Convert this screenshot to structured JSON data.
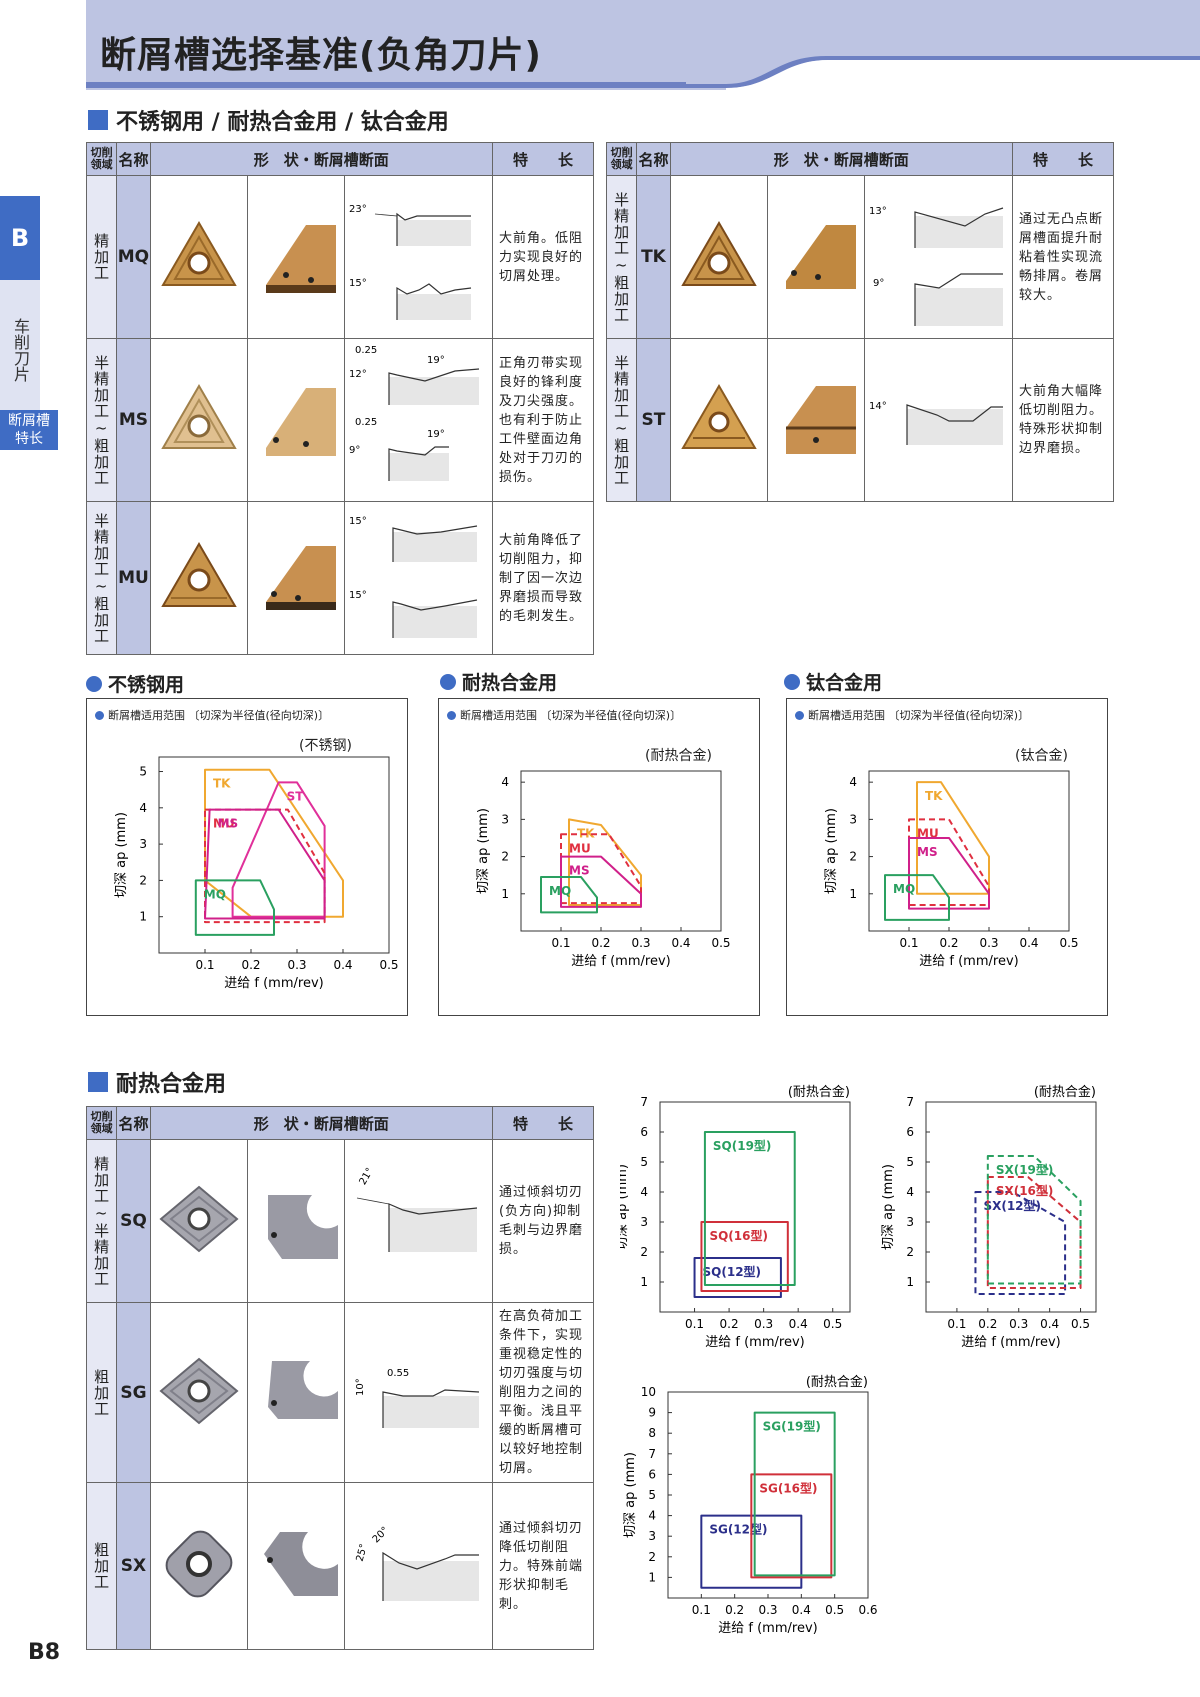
{
  "header": {
    "title": "断屑槽选择基准(负角刀片)"
  },
  "side_nav": {
    "section_letter": "B",
    "category": "车削刀片",
    "selected": "断屑槽特长",
    "selected_lines": [
      "断屑槽",
      "特长"
    ]
  },
  "section1": {
    "title": "不锈钢用 / 耐热合金用 / 钛合金用",
    "columns": {
      "region": "切削领域",
      "region_lines": [
        "切削",
        "领域"
      ],
      "name": "名称",
      "shape": "形　状・断屑槽断面",
      "feature": "特　　长"
    },
    "left_rows": [
      {
        "region": "精加工",
        "name": "MQ",
        "angles": [
          "23°",
          "15°"
        ],
        "feature": "大前角。低阻力实现良好的切屑处理。"
      },
      {
        "region": "半精加工~粗加工",
        "name": "MS",
        "angles": [
          "0.25",
          "12°",
          "19°",
          "0.25",
          "9°",
          "19°"
        ],
        "feature": "正角刃带实现良好的锋利度及刀尖强度。也有利于防止工件壁面边角处对于刀刃的损伤。"
      },
      {
        "region": "半精加工~粗加工",
        "name": "MU",
        "angles": [
          "15°",
          "15°"
        ],
        "feature": "大前角降低了切削阻力，抑制了因一次边界磨损而导致的毛刺发生。"
      }
    ],
    "right_rows": [
      {
        "region": "半精加工~粗加工",
        "name": "TK",
        "angles": [
          "13°",
          "9°"
        ],
        "feature": "通过无凸点断屑槽面提升耐粘着性实现流畅排屑。卷屑较大。"
      },
      {
        "region": "半精加工~粗加工",
        "name": "ST",
        "angles": [
          "14°"
        ],
        "feature": "大前角大幅降低切削阻力。特殊形状抑制边界磨损。"
      }
    ]
  },
  "charts_row": [
    {
      "title": "不锈钢用",
      "note": "断屑槽适用范围 〔切深为半径值(径向切深)〕",
      "material": "(不锈钢)"
    },
    {
      "title": "耐热合金用",
      "note": "断屑槽适用范围 〔切深为半径值(径向切深)〕",
      "material": "(耐热合金)"
    },
    {
      "title": "钛合金用",
      "note": "断屑槽适用范围 〔切深为半径值(径向切深)〕",
      "material": "(钛合金)"
    }
  ],
  "section2": {
    "title": "耐热合金用",
    "columns": {
      "region": "切削领域",
      "region_lines": [
        "切削",
        "领域"
      ],
      "name": "名称",
      "shape": "形　状・断屑槽断面",
      "feature": "特　　长"
    },
    "rows": [
      {
        "region": "精加工~半精加工",
        "name": "SQ",
        "angles": [
          "21°"
        ],
        "feature": "通过倾斜切刃(负方向)抑制毛刺与边界磨损。"
      },
      {
        "region": "粗加工",
        "name": "SG",
        "angles": [
          "10°",
          "0.55"
        ],
        "feature": "在高负荷加工条件下，实现重视稳定性的切刃强度与切削阻力之间的平衡。浅且平缓的断屑槽可以较好地控制切屑。"
      },
      {
        "region": "粗加工",
        "name": "SX",
        "angles": [
          "25°",
          "20°"
        ],
        "feature": "通过倾斜切刃降低切削阻力。特殊前端形状抑制毛刺。"
      }
    ]
  },
  "chart_data": [
    {
      "type": "area",
      "title": "不锈钢",
      "xlabel": "进给 f (mm/rev)",
      "ylabel": "切深 ap (mm)",
      "xlim": [
        0,
        0.5
      ],
      "ylim": [
        0,
        5.4
      ],
      "xticks": [
        0.1,
        0.2,
        0.3,
        0.4,
        0.5
      ],
      "yticks": [
        1,
        2,
        3,
        4,
        5
      ],
      "series": [
        {
          "name": "TK",
          "color": "#f0a830",
          "style": "solid",
          "polygon": [
            [
              0.1,
              5.05
            ],
            [
              0.24,
              5.05
            ],
            [
              0.4,
              2.0
            ],
            [
              0.4,
              1.0
            ],
            [
              0.2,
              1.0
            ],
            [
              0.1,
              2.0
            ]
          ]
        },
        {
          "name": "ST",
          "color": "#e0309a",
          "style": "solid",
          "polygon": [
            [
              0.26,
              4.7
            ],
            [
              0.3,
              4.7
            ],
            [
              0.36,
              3.5
            ],
            [
              0.36,
              1.0
            ],
            [
              0.16,
              1.0
            ],
            [
              0.16,
              1.8
            ]
          ]
        },
        {
          "name": "MU",
          "color": "#e03040",
          "style": "dashed",
          "polygon": [
            [
              0.1,
              3.95
            ],
            [
              0.28,
              3.95
            ],
            [
              0.36,
              2.2
            ],
            [
              0.36,
              0.85
            ],
            [
              0.1,
              0.85
            ]
          ]
        },
        {
          "name": "MS",
          "color": "#d0208a",
          "style": "solid",
          "polygon": [
            [
              0.11,
              3.95
            ],
            [
              0.26,
              3.95
            ],
            [
              0.36,
              2.0
            ],
            [
              0.36,
              0.95
            ],
            [
              0.1,
              0.95
            ]
          ]
        },
        {
          "name": "MQ",
          "color": "#2aa060",
          "style": "solid",
          "polygon": [
            [
              0.08,
              2.0
            ],
            [
              0.22,
              2.0
            ],
            [
              0.25,
              1.2
            ],
            [
              0.25,
              0.5
            ],
            [
              0.08,
              0.5
            ]
          ]
        }
      ]
    },
    {
      "type": "area",
      "title": "耐热合金",
      "xlabel": "进给 f (mm/rev)",
      "ylabel": "切深 ap (mm)",
      "xlim": [
        0,
        0.5
      ],
      "ylim": [
        0,
        4.3
      ],
      "xticks": [
        0.1,
        0.2,
        0.3,
        0.4,
        0.5
      ],
      "yticks": [
        1,
        2,
        3,
        4
      ],
      "series": [
        {
          "name": "TK",
          "color": "#f0a830",
          "style": "solid",
          "polygon": [
            [
              0.12,
              3.0
            ],
            [
              0.2,
              2.85
            ],
            [
              0.3,
              1.5
            ],
            [
              0.3,
              0.7
            ],
            [
              0.12,
              0.7
            ]
          ]
        },
        {
          "name": "MU",
          "color": "#e03040",
          "style": "dashed",
          "polygon": [
            [
              0.1,
              2.6
            ],
            [
              0.22,
              2.6
            ],
            [
              0.3,
              1.2
            ],
            [
              0.3,
              0.75
            ],
            [
              0.1,
              0.75
            ]
          ]
        },
        {
          "name": "MS",
          "color": "#d0208a",
          "style": "solid",
          "polygon": [
            [
              0.1,
              2.0
            ],
            [
              0.2,
              2.0
            ],
            [
              0.3,
              1.0
            ],
            [
              0.3,
              0.65
            ],
            [
              0.1,
              0.65
            ]
          ]
        },
        {
          "name": "MQ",
          "color": "#2aa060",
          "style": "solid",
          "polygon": [
            [
              0.05,
              1.45
            ],
            [
              0.15,
              1.45
            ],
            [
              0.19,
              0.9
            ],
            [
              0.19,
              0.5
            ],
            [
              0.05,
              0.5
            ]
          ]
        }
      ]
    },
    {
      "type": "area",
      "title": "钛合金",
      "xlabel": "进给 f (mm/rev)",
      "ylabel": "切深 ap (mm)",
      "xlim": [
        0,
        0.5
      ],
      "ylim": [
        0,
        4.3
      ],
      "xticks": [
        0.1,
        0.2,
        0.3,
        0.4,
        0.5
      ],
      "yticks": [
        1,
        2,
        3,
        4
      ],
      "series": [
        {
          "name": "TK",
          "color": "#f0a830",
          "style": "solid",
          "polygon": [
            [
              0.12,
              4.0
            ],
            [
              0.18,
              4.0
            ],
            [
              0.3,
              2.0
            ],
            [
              0.3,
              1.0
            ],
            [
              0.12,
              1.0
            ]
          ]
        },
        {
          "name": "MU",
          "color": "#e03040",
          "style": "dashed",
          "polygon": [
            [
              0.1,
              3.0
            ],
            [
              0.2,
              3.0
            ],
            [
              0.3,
              1.2
            ],
            [
              0.3,
              0.7
            ],
            [
              0.1,
              0.7
            ]
          ]
        },
        {
          "name": "MS",
          "color": "#d0208a",
          "style": "solid",
          "polygon": [
            [
              0.1,
              2.5
            ],
            [
              0.2,
              2.5
            ],
            [
              0.3,
              1.0
            ],
            [
              0.3,
              0.6
            ],
            [
              0.1,
              0.6
            ]
          ]
        },
        {
          "name": "MQ",
          "color": "#2aa060",
          "style": "solid",
          "polygon": [
            [
              0.04,
              1.5
            ],
            [
              0.16,
              1.5
            ],
            [
              0.2,
              0.9
            ],
            [
              0.2,
              0.3
            ],
            [
              0.04,
              0.3
            ]
          ]
        }
      ]
    },
    {
      "type": "area",
      "title": "SQ (耐热合金)",
      "xlabel": "进给 f (mm/rev)",
      "ylabel": "切深 ap (mm)",
      "xlim": [
        0,
        0.55
      ],
      "ylim": [
        0,
        7
      ],
      "xticks": [
        0.1,
        0.2,
        0.3,
        0.4,
        0.5
      ],
      "yticks": [
        1,
        2,
        3,
        4,
        5,
        6,
        7
      ],
      "series": [
        {
          "name": "SQ(12型)",
          "color": "#2b2f8a",
          "style": "solid",
          "polygon": [
            [
              0.1,
              1.8
            ],
            [
              0.35,
              1.8
            ],
            [
              0.35,
              0.5
            ],
            [
              0.1,
              0.5
            ]
          ]
        },
        {
          "name": "SQ(16型)",
          "color": "#d0303a",
          "style": "solid",
          "polygon": [
            [
              0.12,
              3.0
            ],
            [
              0.37,
              3.0
            ],
            [
              0.37,
              0.7
            ],
            [
              0.12,
              0.7
            ]
          ]
        },
        {
          "name": "SQ(19型)",
          "color": "#2aa060",
          "style": "solid",
          "polygon": [
            [
              0.13,
              6.0
            ],
            [
              0.39,
              6.0
            ],
            [
              0.39,
              0.9
            ],
            [
              0.13,
              0.9
            ]
          ]
        }
      ]
    },
    {
      "type": "area",
      "title": "SX (耐热合金)",
      "xlabel": "进给 f (mm/rev)",
      "ylabel": "切深 ap (mm)",
      "xlim": [
        0,
        0.55
      ],
      "ylim": [
        0,
        7
      ],
      "xticks": [
        0.1,
        0.2,
        0.3,
        0.4,
        0.5
      ],
      "yticks": [
        1,
        2,
        3,
        4,
        5,
        6,
        7
      ],
      "series": [
        {
          "name": "SX(12型)",
          "color": "#2b2f8a",
          "style": "dashed",
          "polygon": [
            [
              0.16,
              4.0
            ],
            [
              0.28,
              4.0
            ],
            [
              0.45,
              3.0
            ],
            [
              0.45,
              0.6
            ],
            [
              0.16,
              0.6
            ]
          ]
        },
        {
          "name": "SX(16型)",
          "color": "#d0303a",
          "style": "dashed",
          "polygon": [
            [
              0.2,
              4.5
            ],
            [
              0.33,
              4.5
            ],
            [
              0.5,
              3.0
            ],
            [
              0.5,
              0.8
            ],
            [
              0.2,
              0.8
            ]
          ]
        },
        {
          "name": "SX(19型)",
          "color": "#2aa060",
          "style": "dashed",
          "polygon": [
            [
              0.2,
              5.2
            ],
            [
              0.35,
              5.2
            ],
            [
              0.5,
              3.7
            ],
            [
              0.5,
              0.95
            ],
            [
              0.2,
              0.95
            ]
          ]
        }
      ]
    },
    {
      "type": "area",
      "title": "SG (耐热合金)",
      "xlabel": "进给 f (mm/rev)",
      "ylabel": "切深 ap (mm)",
      "xlim": [
        0,
        0.6
      ],
      "ylim": [
        0,
        10
      ],
      "xticks": [
        0.1,
        0.2,
        0.3,
        0.4,
        0.5,
        0.6
      ],
      "yticks": [
        1,
        2,
        3,
        4,
        5,
        6,
        7,
        8,
        9,
        10
      ],
      "series": [
        {
          "name": "SG(12型)",
          "color": "#2b2f8a",
          "style": "solid",
          "polygon": [
            [
              0.1,
              4.0
            ],
            [
              0.4,
              4.0
            ],
            [
              0.4,
              0.5
            ],
            [
              0.1,
              0.5
            ]
          ]
        },
        {
          "name": "SG(16型)",
          "color": "#d0303a",
          "style": "solid",
          "polygon": [
            [
              0.25,
              6.0
            ],
            [
              0.49,
              6.0
            ],
            [
              0.49,
              1.0
            ],
            [
              0.25,
              1.0
            ]
          ]
        },
        {
          "name": "SG(19型)",
          "color": "#2aa060",
          "style": "solid",
          "polygon": [
            [
              0.26,
              9.0
            ],
            [
              0.5,
              9.0
            ],
            [
              0.5,
              1.1
            ],
            [
              0.26,
              1.1
            ]
          ]
        }
      ]
    }
  ],
  "page_number": "B8"
}
